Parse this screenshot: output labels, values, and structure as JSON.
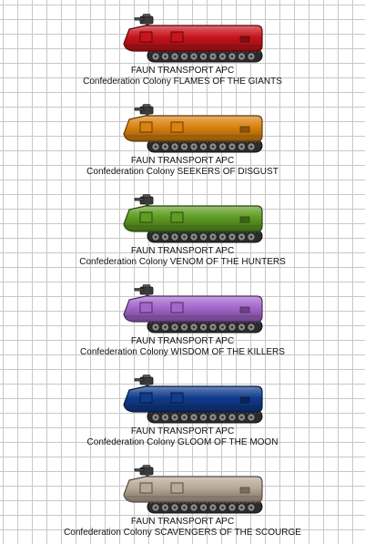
{
  "vehicles": [
    {
      "class_name": "FAUN TRANSPORT APC",
      "colony": "Confederation Colony FLAMES OF THE GIANTS",
      "color": "#c8141c"
    },
    {
      "class_name": "FAUN TRANSPORT APC",
      "colony": "Confederation Colony SEEKERS OF DISGUST",
      "color": "#d9820f"
    },
    {
      "class_name": "FAUN TRANSPORT APC",
      "colony": "Confederation Colony VENOM OF THE HUNTERS",
      "color": "#5e9c22"
    },
    {
      "class_name": "FAUN TRANSPORT APC",
      "colony": "Confederation Colony WISDOM OF THE KILLERS",
      "color": "#a466cc"
    },
    {
      "class_name": "FAUN TRANSPORT APC",
      "colony": "Confederation Colony GLOOM OF THE MOON",
      "color": "#103c8e"
    },
    {
      "class_name": "FAUN TRANSPORT APC",
      "colony": "Confederation Colony SCAVENGERS OF THE SCOURGE",
      "color": "#b8a896"
    }
  ]
}
